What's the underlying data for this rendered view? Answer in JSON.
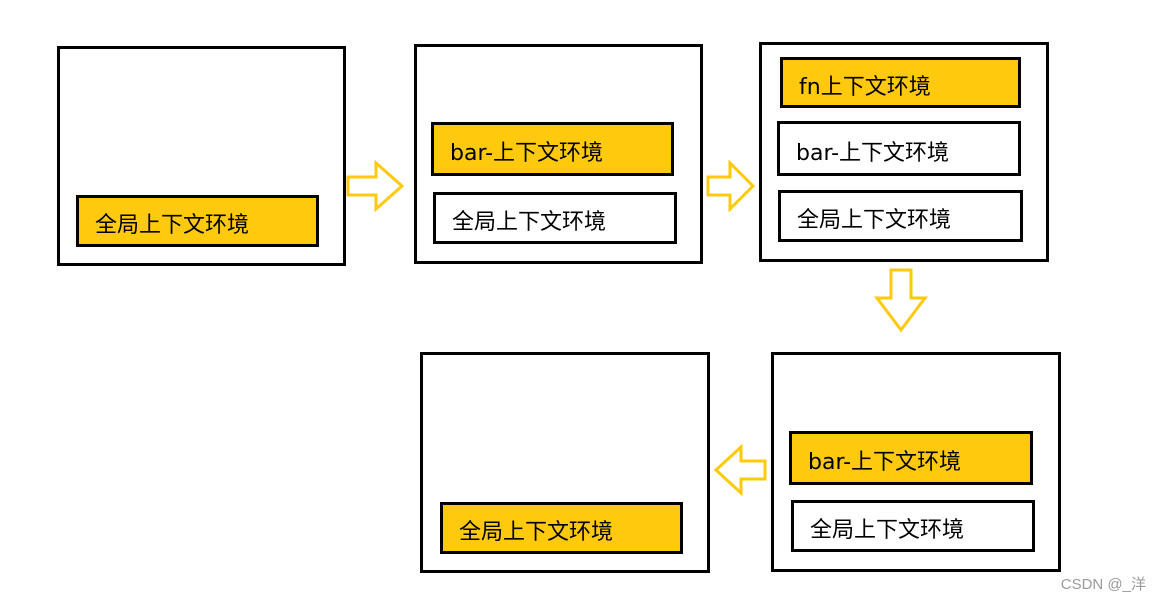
{
  "colors": {
    "active_frame": "#ffc90e",
    "plain_frame": "#ffffff",
    "border": "#000000",
    "arrow": "#ffc90e"
  },
  "stacks": [
    {
      "id": "stack-1",
      "frames": [
        {
          "label": "全局上下文环境",
          "active": true
        }
      ]
    },
    {
      "id": "stack-2",
      "frames": [
        {
          "label": "bar-上下文环境",
          "active": true
        },
        {
          "label": "全局上下文环境",
          "active": false
        }
      ]
    },
    {
      "id": "stack-3",
      "frames": [
        {
          "label": "fn上下文环境",
          "active": true
        },
        {
          "label": "bar-上下文环境",
          "active": false
        },
        {
          "label": "全局上下文环境",
          "active": false
        }
      ]
    },
    {
      "id": "stack-4",
      "frames": [
        {
          "label": "bar-上下文环境",
          "active": true
        },
        {
          "label": "全局上下文环境",
          "active": false
        }
      ]
    },
    {
      "id": "stack-5",
      "frames": [
        {
          "label": "全局上下文环境",
          "active": true
        }
      ]
    }
  ],
  "arrows": [
    {
      "direction": "right"
    },
    {
      "direction": "right"
    },
    {
      "direction": "down"
    },
    {
      "direction": "left"
    }
  ],
  "watermark": "CSDN @_洋"
}
